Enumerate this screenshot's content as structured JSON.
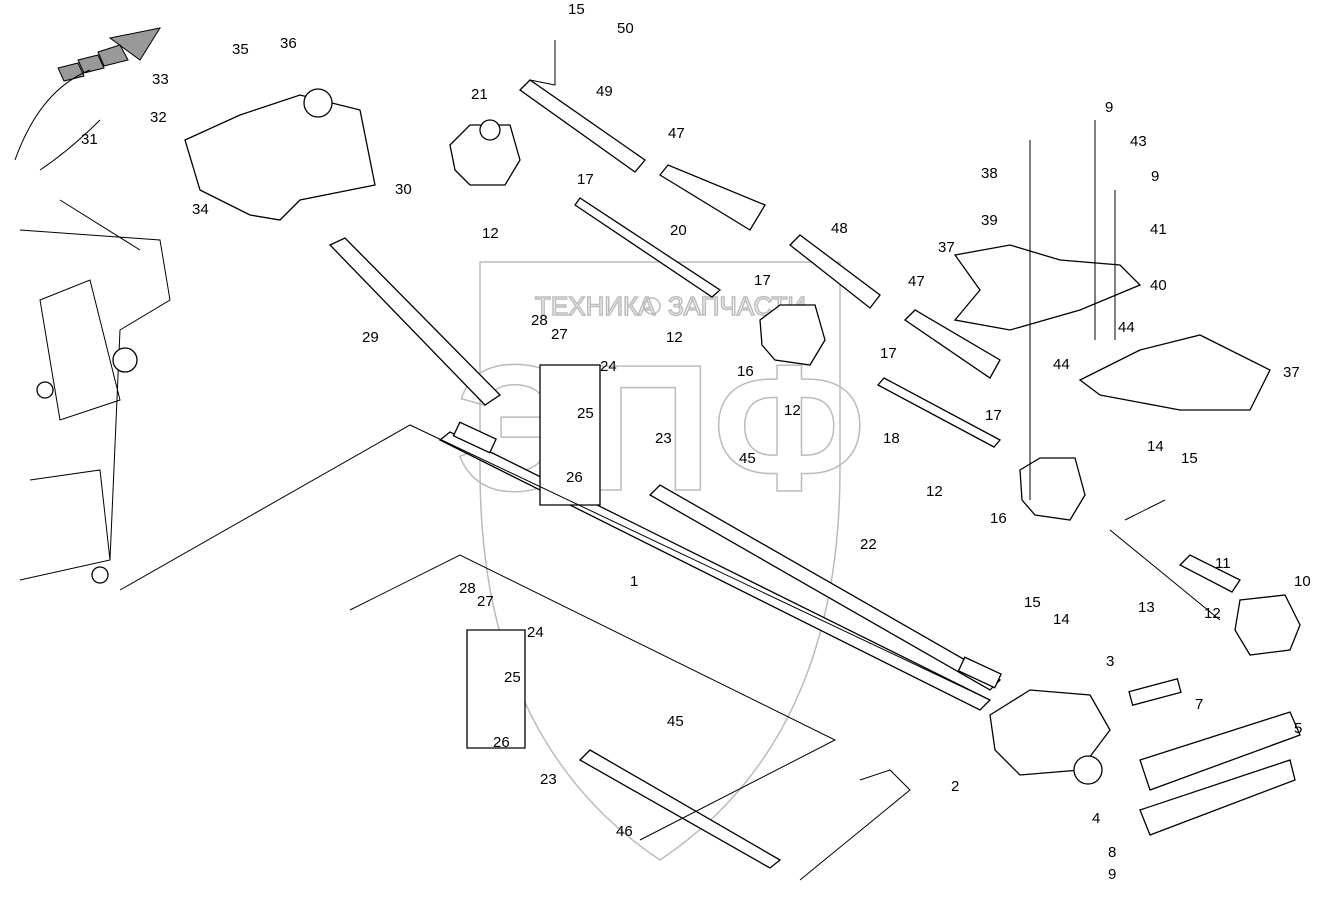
{
  "watermark": {
    "top_left": "ТЕХНИКА",
    "top_right": "ЗАПЧАСТИ",
    "logo": "ЭПФ"
  },
  "callouts": [
    "15",
    "50",
    "35",
    "36",
    "33",
    "21",
    "49",
    "9",
    "32",
    "31",
    "47",
    "43",
    "30",
    "17",
    "38",
    "9",
    "34",
    "12",
    "20",
    "39",
    "48",
    "41",
    "37",
    "47",
    "40",
    "17",
    "28",
    "27",
    "12",
    "29",
    "44",
    "17",
    "24",
    "16",
    "44",
    "37",
    "12",
    "25",
    "17",
    "18",
    "23",
    "45",
    "26",
    "12",
    "14",
    "15",
    "16",
    "22",
    "1",
    "11",
    "10",
    "28",
    "27",
    "15",
    "13",
    "12",
    "14",
    "24",
    "3",
    "25",
    "7",
    "5",
    "45",
    "26",
    "23",
    "2",
    "4",
    "46",
    "8",
    "9"
  ]
}
